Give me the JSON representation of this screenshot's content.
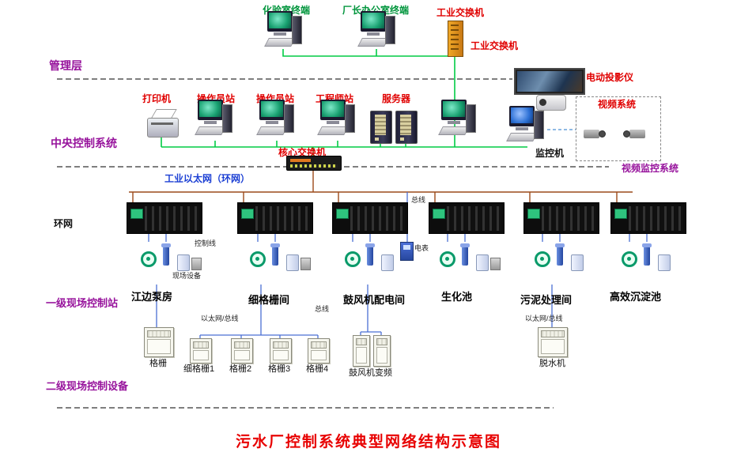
{
  "title": "污水厂控制系统典型网络结构示意图",
  "layers": {
    "management": "管理层",
    "central": "中央控制系统",
    "ring": "环网",
    "station_level": "一级现场控制站",
    "device_level": "二级现场控制设备"
  },
  "management": {
    "lab_terminal": "化验室终端",
    "director_terminal": "厂长办公室终端",
    "industrial_switch_top": "工业交换机",
    "industrial_switch_mid": "工业交换机"
  },
  "central": {
    "printer": "打印机",
    "operator_station_1": "操作员站",
    "operator_station_2": "操作员站",
    "engineer_station": "工程师站",
    "server": "服务器",
    "core_switch": "核心交换机",
    "projector": "电动投影仪",
    "monitor_pc": "监控机",
    "video_system": "视频系统",
    "video_surveillance": "视频监控系统",
    "industrial_ethernet": "工业以太网（环网）"
  },
  "annotations": {
    "control_line": "控制线",
    "field_equipment": "现场设备",
    "bus_top": "总线",
    "power_meter": "电表",
    "bus_bottom": "总线",
    "eth_bus_left": "以太网/总线",
    "eth_bus_right": "以太网/总线"
  },
  "stations": [
    {
      "name": "江边泵房"
    },
    {
      "name": "细格栅间"
    },
    {
      "name": "鼓风机配电间"
    },
    {
      "name": "生化池"
    },
    {
      "name": "污泥处理间"
    },
    {
      "name": "高效沉淀池"
    }
  ],
  "field_devices": {
    "grid": "格栅",
    "fine_grid_1": "细格栅1",
    "grid_2": "格栅2",
    "grid_3": "格栅3",
    "grid_4": "格栅4",
    "blower_vfd": "鼓风机变频",
    "dewatering": "脱水机"
  },
  "colors": {
    "ethernet_green": "#00cc44",
    "ring_brown": "#9c4a1a",
    "bus_blue": "#4a6fd4",
    "label_red": "#e00000",
    "label_purple": "#97139c",
    "label_green": "#00953c",
    "title_red": "#e80000"
  }
}
